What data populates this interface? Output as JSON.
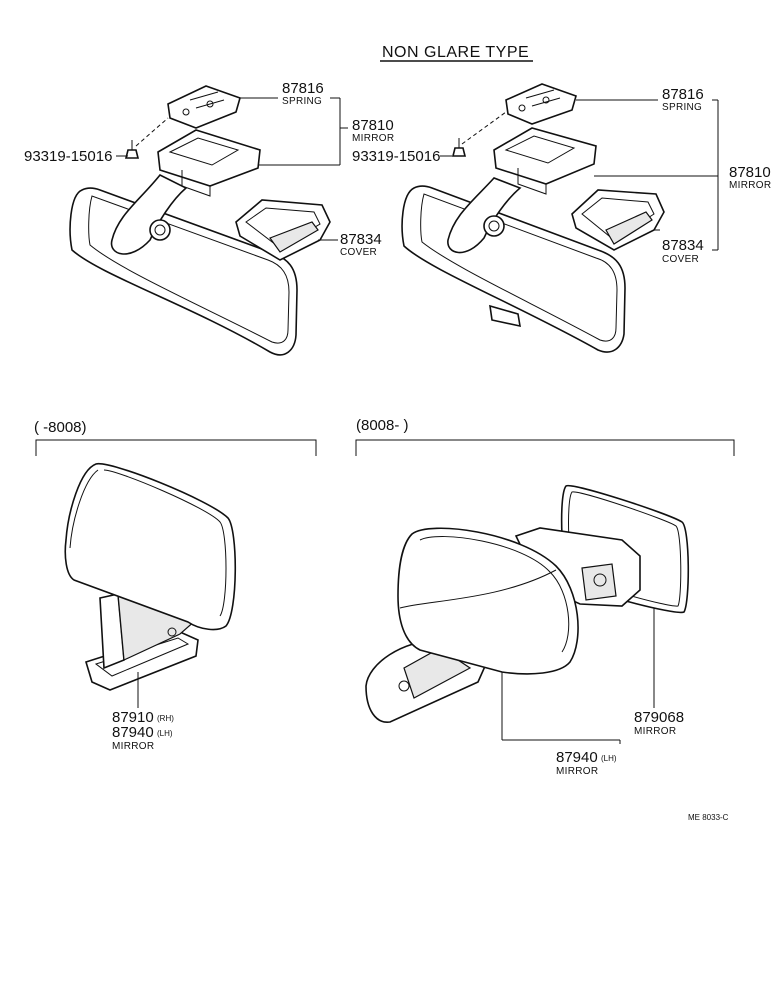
{
  "title": "NON GLARE TYPE",
  "groups": {
    "early_range": "(        -8008)",
    "late_range": "(8008-          )"
  },
  "parts": {
    "left_spring": {
      "number": "87816",
      "name": "SPRING"
    },
    "left_mirror": {
      "number": "87810",
      "name": "MIRROR"
    },
    "left_screw": {
      "number": "93319-15016"
    },
    "left_cover": {
      "number": "87834",
      "name": "COVER"
    },
    "right_spring": {
      "number": "87816",
      "name": "SPRING"
    },
    "right_mirror": {
      "number": "87810",
      "name": "MIRROR"
    },
    "right_screw": {
      "number": "93319-15016"
    },
    "right_cover": {
      "number": "87834",
      "name": "COVER"
    },
    "outer_early_rh": {
      "number": "87910",
      "side": "(RH)"
    },
    "outer_early_lh": {
      "number": "87940",
      "side": "(LH)"
    },
    "outer_early_name": "MIRROR",
    "outer_late_glass": {
      "number": "879068",
      "name": "MIRROR"
    },
    "outer_late_lh": {
      "number": "87940",
      "side": "(LH)",
      "name": "MIRROR"
    }
  },
  "footer_code": "ME  8033-C"
}
